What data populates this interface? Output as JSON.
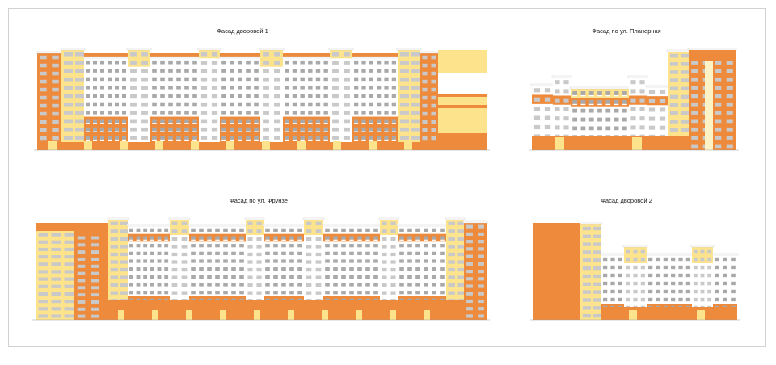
{
  "palette": {
    "orange": "#ee8a3c",
    "yellow": "#fde48c",
    "pale_yellow": "#fff2c4",
    "white": "#ffffff",
    "window": "#c9c9c9",
    "balcony": "#a9a9a9",
    "line": "#9a9a9a"
  },
  "facades": [
    {
      "id": "courtyard-1",
      "title": "Фасад дворовой 1"
    },
    {
      "id": "planernaya",
      "title": "Фасад по ул. Планерная"
    },
    {
      "id": "frunze",
      "title": "Фасад по ул. Фрунзе"
    },
    {
      "id": "courtyard-2",
      "title": "Фасад дворовой 2"
    }
  ]
}
